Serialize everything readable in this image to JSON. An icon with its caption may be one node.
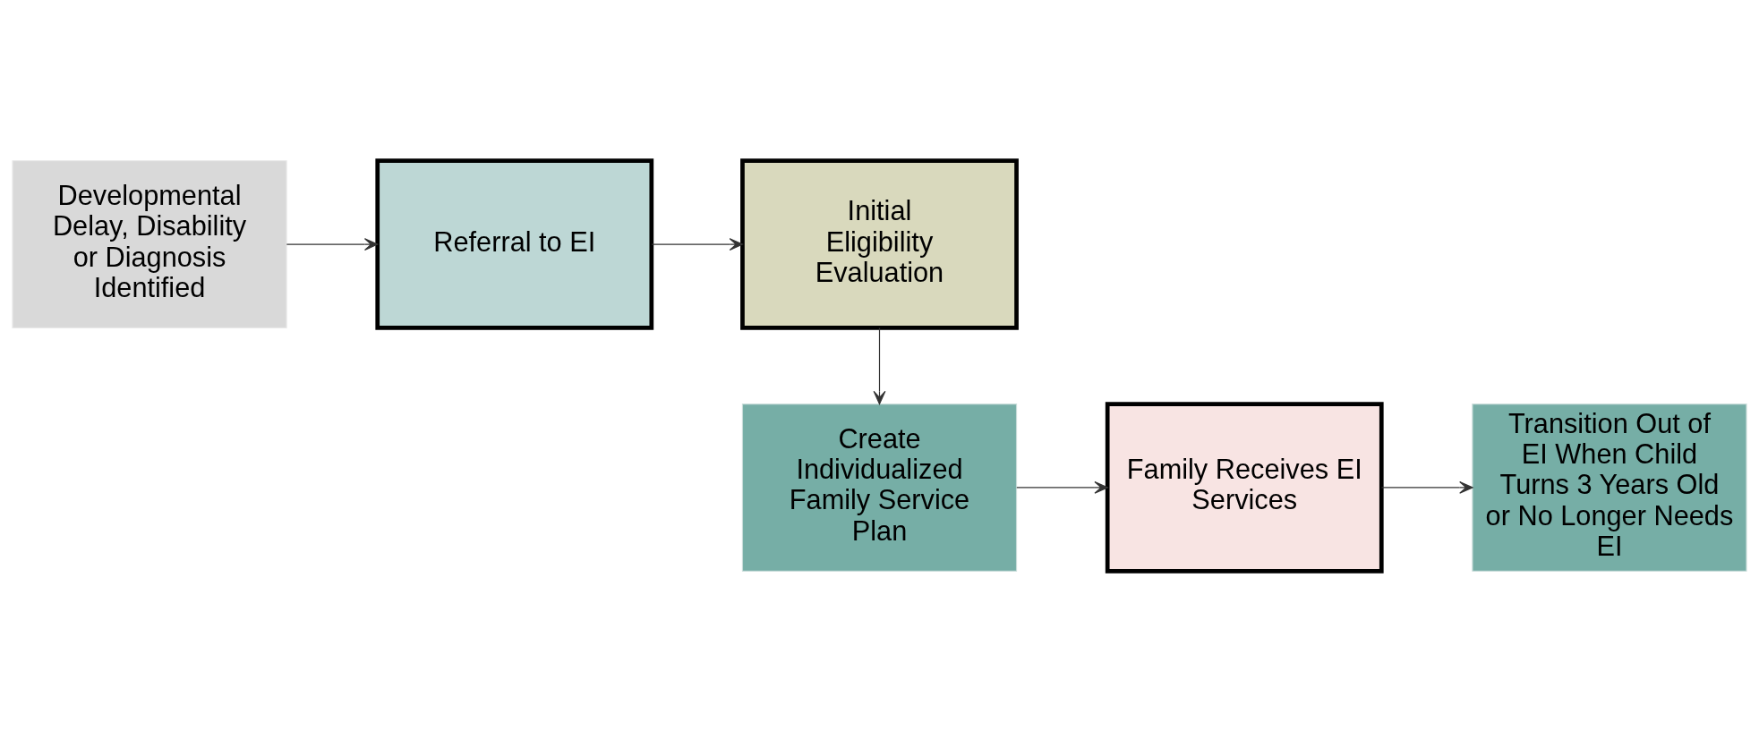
{
  "diagram": {
    "nodes": [
      {
        "text": [
          "Developmental Delay, Disability or Diagnosis Identified"
        ]
      },
      {
        "text": [
          "Referral to EI"
        ]
      },
      {
        "text": [
          "Initial Eligibility Evaluation"
        ]
      },
      {
        "text": [
          "Create Individualized Family Service Plan"
        ]
      },
      {
        "text": [
          "Family Receives EI Services"
        ]
      },
      {
        "text": [
          "Transition Out of EI When Child Turns 3 Years Old or No Longer Needs EI"
        ]
      }
    ],
    "edges": [
      {
        "from": 0,
        "to": 1,
        "arrow": "to"
      },
      {
        "from": 1,
        "to": 2,
        "arrow": "to"
      },
      {
        "from": 2,
        "to": 3,
        "arrow": "to"
      },
      {
        "from": 3,
        "to": 4,
        "arrow": "to"
      },
      {
        "from": 4,
        "to": 5,
        "arrow": "to"
      }
    ]
  }
}
